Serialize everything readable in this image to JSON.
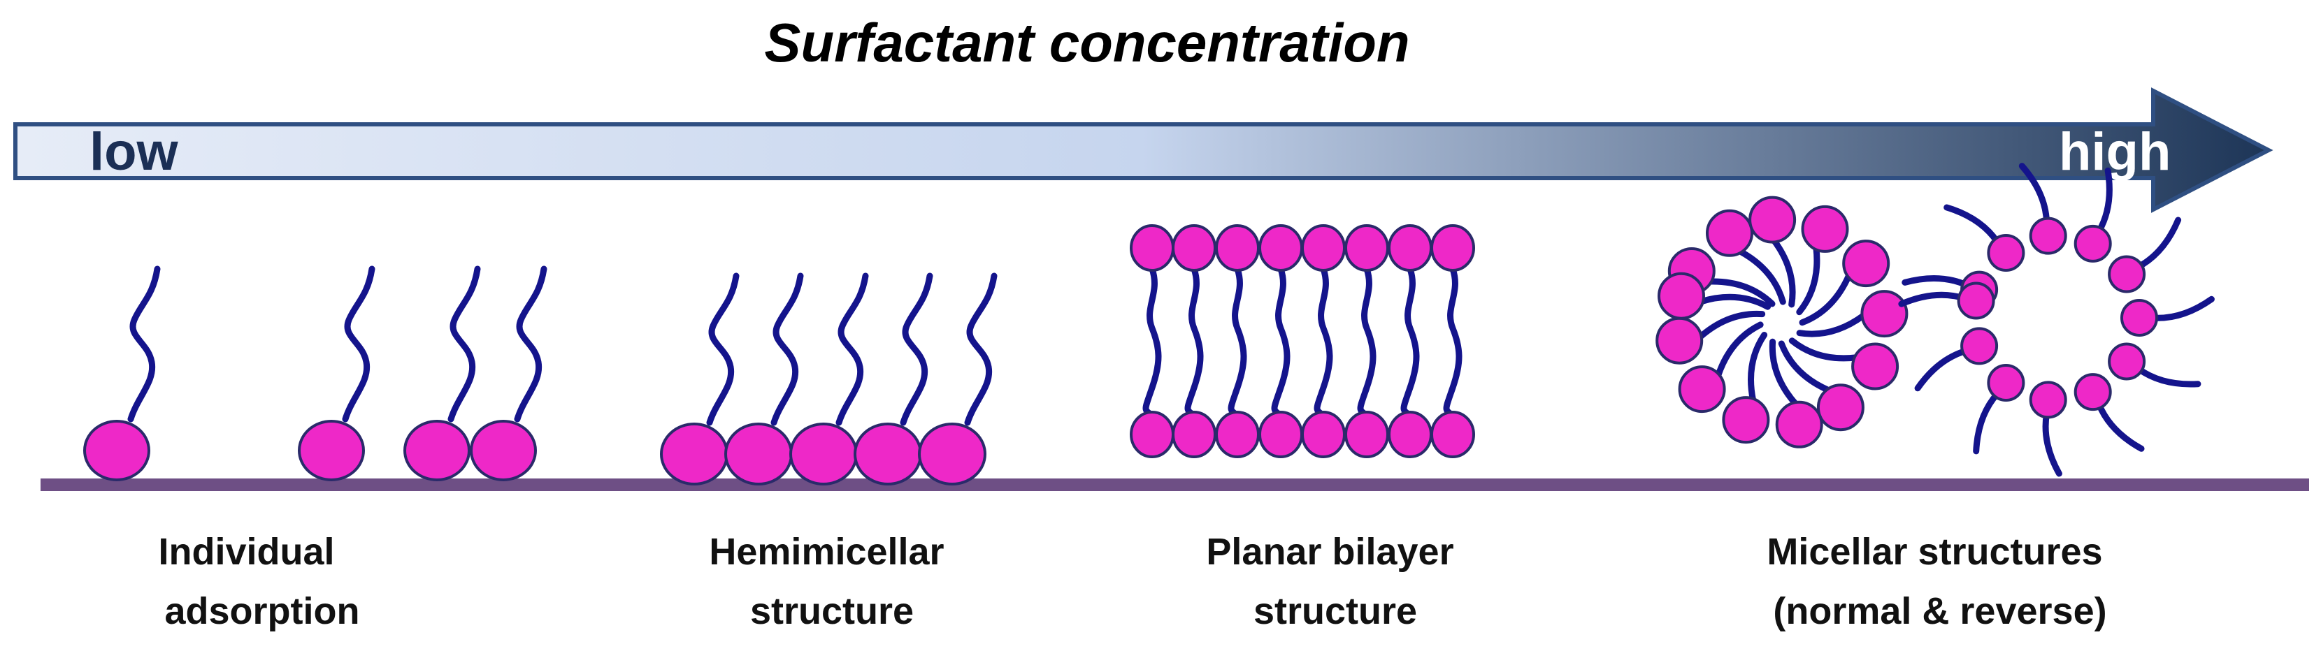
{
  "title": "Surfactant concentration",
  "arrow": {
    "low_label": "low",
    "high_label": "high",
    "gradient_start": "#e6ecf7",
    "gradient_mid": "#c6d5ee",
    "gradient_end": "#1d3557"
  },
  "colors": {
    "head": "#ee28c8",
    "tail": "#14148c",
    "surface": "#6e4f85",
    "outline": "#2a2a6a"
  },
  "stages": [
    {
      "id": "individual",
      "caption_lines": [
        "Individual",
        "adsorption"
      ]
    },
    {
      "id": "hemimicellar",
      "caption_lines": [
        "Hemimicellar",
        "structure"
      ]
    },
    {
      "id": "bilayer",
      "caption_lines": [
        "Planar bilayer",
        "structure"
      ]
    },
    {
      "id": "micellar",
      "caption_lines": [
        "Micellar structures",
        "(normal & reverse)"
      ]
    }
  ]
}
